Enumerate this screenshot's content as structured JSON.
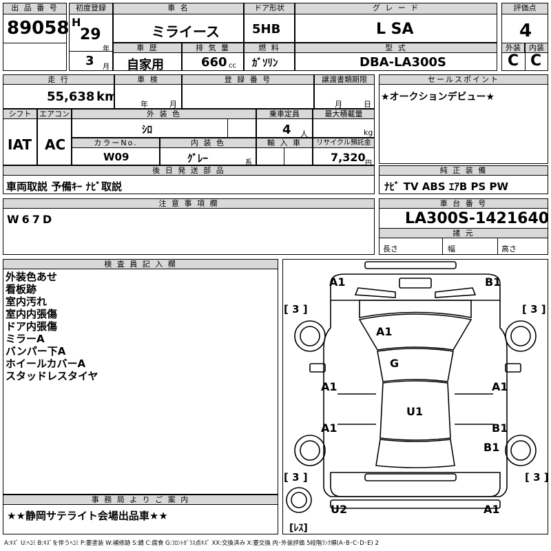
{
  "labels": {
    "lot_no": "出 品 番 号",
    "first_reg": "初度登録",
    "car_name": "車 名",
    "door": "ドア形状",
    "grade": "グ レ ー ド",
    "score": "評価点",
    "history": "車 歴",
    "displacement": "排 気 量",
    "fuel": "燃 料",
    "model_code": "型 式",
    "exterior": "外装",
    "interior": "内装",
    "mileage": "走 行",
    "inspection": "車 検",
    "reg_no": "登 録 番 号",
    "transfer_deadline": "譲渡書類期限",
    "sales_point": "セールスポイント",
    "shift": "シフト",
    "aircon": "エアコン",
    "ext_color": "外 装 色",
    "capacity": "乗車定員",
    "max_load": "最大積載量",
    "color_no": "カラーNo.",
    "int_color": "内 装 色",
    "import": "輸 入 車",
    "recycle": "リサイクル預託金",
    "later_parts": "後 日 発 送 部 品",
    "genuine_equip": "純 正 装 備",
    "notes": "注 意 事 項 欄",
    "chassis_no": "車 台 番 号",
    "specs": "諸 元",
    "inspector": "検 査 員 記 入 欄",
    "office": "事 務 局 よ り ご 案 内"
  },
  "vehicle": {
    "lot_no": "89058",
    "era": "H",
    "year": "29",
    "year_unit": "年",
    "month": "3",
    "month_unit": "月",
    "name": "ミライース",
    "door": "5HB",
    "grade": "L SA",
    "score": "4",
    "history": "自家用",
    "displacement": "660",
    "displacement_unit": "cc",
    "fuel": "ｶﾞｿﾘﾝ",
    "model_code": "DBA-LA300S",
    "ext_score": "C",
    "int_score": "C",
    "mileage": "55,638",
    "mileage_unit": "km",
    "insp_year": "年",
    "insp_month": "月",
    "transfer_month": "月",
    "transfer_day": "日",
    "sales_point": "★オークションデビュー★",
    "shift": "IAT",
    "aircon": "AC",
    "ext_color": "ｼﾛ",
    "capacity": "4",
    "capacity_unit": "人",
    "load_unit": "kg",
    "color_no": "W09",
    "int_color": "ｸﾞﾚｰ",
    "int_color_suffix": "系",
    "recycle": "7,320",
    "recycle_unit": "円",
    "later_parts": "車両取説 予備ｷｰ ﾅﾋﾞ取説",
    "genuine_equip": "ﾅﾋﾞ TV ABS ｴｱB PS PW",
    "notes": "W67D",
    "chassis_no": "LA300S-1421640",
    "spec_length": "長さ",
    "spec_width": "幅",
    "spec_height": "高さ"
  },
  "inspector_remarks": [
    "外装色あせ",
    "看板跡",
    "室内汚れ",
    "室内内張傷",
    "ドア内張傷",
    "ミラーA",
    "バンパー下A",
    "ホイールカバーA",
    "スタッドレスタイヤ"
  ],
  "office_note": "★★静岡サテライト会場出品車★★",
  "diagram": {
    "front_left": "A1",
    "front_right": "B1",
    "hood": "A1",
    "windshield": "G",
    "roof": "U1",
    "left_front_door": "A1",
    "right_front_door": "A1",
    "left_rear_door": "A1",
    "right_rear_door": "B1",
    "right_rear_fender": "B1",
    "rear_left": "U2",
    "rear_right": "A1",
    "tire_fl": "[ 3 ]",
    "tire_fr": "[ 3 ]",
    "tire_rl": "[ 3 ]",
    "tire_rr": "[ 3 ]",
    "spare": "[ﾚｽ]"
  },
  "legend": "A:ｷｽﾞ U:ﾍｺﾐ B:ｷｽﾞを伴うﾍｺﾐ P:要塗装 W:補修跡 S:錆 C:腐食 G:ﾌﾛﾝﾄｶﾞﾗｽ点ｷｽﾞ XX:交換済み X:要交換 内･外装評価 5段階ﾗﾝｸ順(A･B･C･D･E) 2"
}
